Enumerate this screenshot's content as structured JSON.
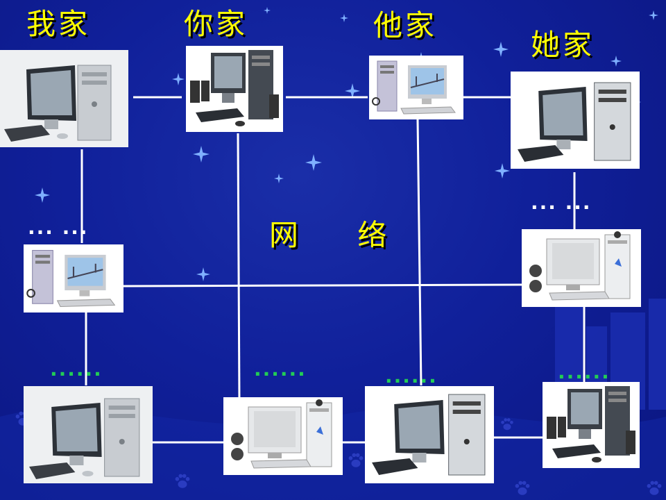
{
  "labels": {
    "my_home": "我家",
    "your_home": "你家",
    "his_home": "他家",
    "her_home": "她家",
    "network": "网 络"
  },
  "dots": {
    "left_mid": "... ...",
    "right_mid": "... ...",
    "bottom_1": "......",
    "bottom_2": "......",
    "bottom_3": "......",
    "bottom_4": "......"
  },
  "colors": {
    "background": "#10209a",
    "label_text": "#ffff00",
    "link_line": "#ffffff",
    "green_dots": "#22cc55"
  }
}
